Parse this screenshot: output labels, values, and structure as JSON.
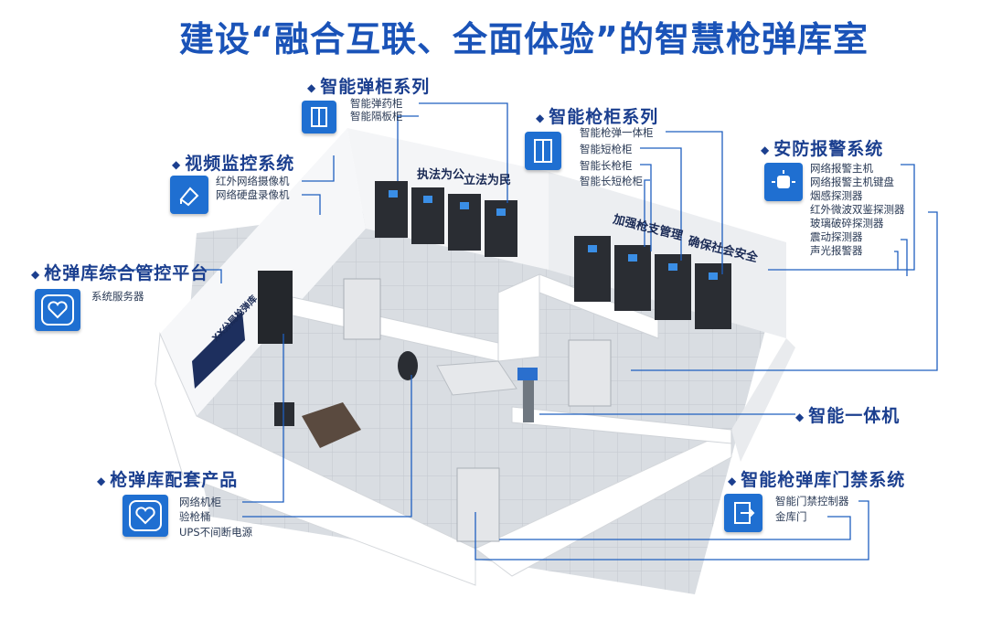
{
  "title": "建设“融合互联、全面体验”的智慧枪弹库室",
  "sections": {
    "ammo_cabinet": {
      "label": "智能弹柜系列",
      "items": [
        "智能弹药柜",
        "智能隔板柜"
      ]
    },
    "gun_cabinet": {
      "label": "智能枪柜系列",
      "items": [
        "智能枪弹一体柜",
        "智能短枪柜",
        "智能长枪柜",
        "智能长短枪柜"
      ]
    },
    "video": {
      "label": "视频监控系统",
      "items": [
        "红外网络摄像机",
        "网络硬盘录像机"
      ]
    },
    "alarm": {
      "label": "安防报警系统",
      "items": [
        "网络报警主机",
        "网络报警主机键盘",
        "烟感探测器",
        "红外微波双鉴探测器",
        "玻璃破碎探测器",
        "震动探测器",
        "声光报警器"
      ]
    },
    "platform": {
      "label": "枪弹库综合管控平台",
      "items": [
        "系统服务器"
      ]
    },
    "kiosk": {
      "label": "智能一体机"
    },
    "accessories": {
      "label": "枪弹库配套产品",
      "items": [
        "网络机柜",
        "验枪桶",
        "UPS不间断电源"
      ]
    },
    "access": {
      "label": "智能枪弹库门禁系统",
      "items": [
        "智能门禁控制器",
        "金库门"
      ]
    }
  },
  "wall_texts": [
    "执法为公",
    "立法为民",
    "加强枪支管理",
    "确保社会安全",
    "XX分局枪弹库"
  ],
  "colors": {
    "title": "#1a53b8",
    "section": "#1b3f8f",
    "icon_bg": "#1f6fd1",
    "line": "#1f5fbf"
  }
}
